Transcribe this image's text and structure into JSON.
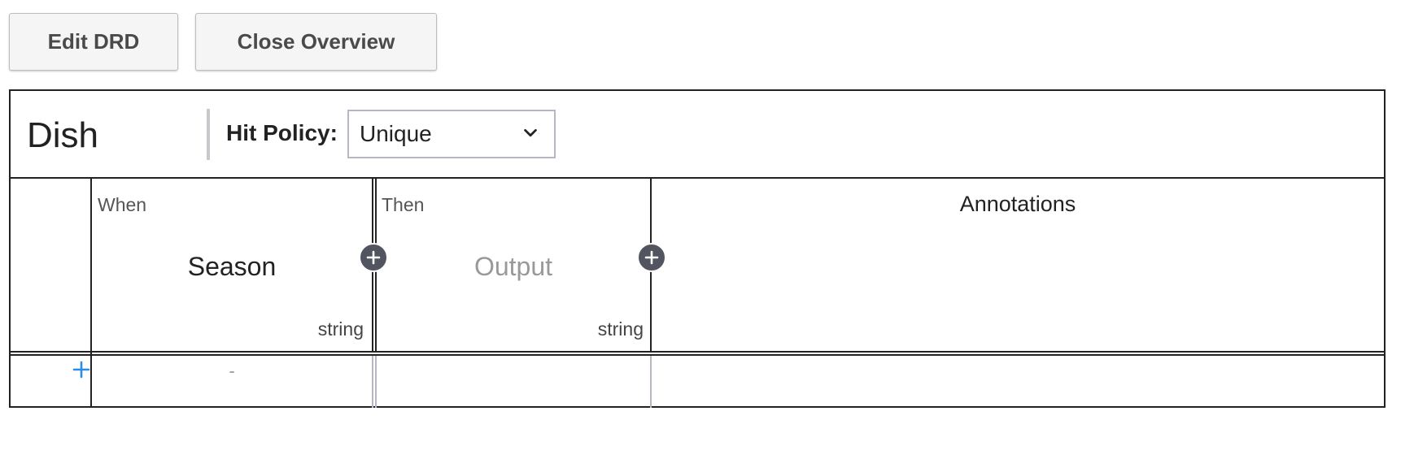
{
  "toolbar": {
    "edit_drd_label": "Edit DRD",
    "close_overview_label": "Close Overview"
  },
  "table": {
    "name": "Dish",
    "hit_policy_label": "Hit Policy:",
    "hit_policy_value": "Unique",
    "input_column": {
      "kind": "When",
      "title": "Season",
      "type": "string"
    },
    "output_column": {
      "kind": "Then",
      "title": "Output",
      "type": "string"
    },
    "annotations_title": "Annotations",
    "rows": [
      {
        "input": "-",
        "output": "",
        "annotation": ""
      }
    ]
  },
  "icons": {
    "add_input_column": "plus-circle-icon",
    "add_output_column": "plus-circle-icon",
    "add_rule": "plus-icon",
    "select_chevron": "chevron-down-icon"
  },
  "colors": {
    "add_button_bg": "#52555f",
    "add_rule_blue": "#2f8ce6",
    "placeholder_gray": "#999999"
  }
}
